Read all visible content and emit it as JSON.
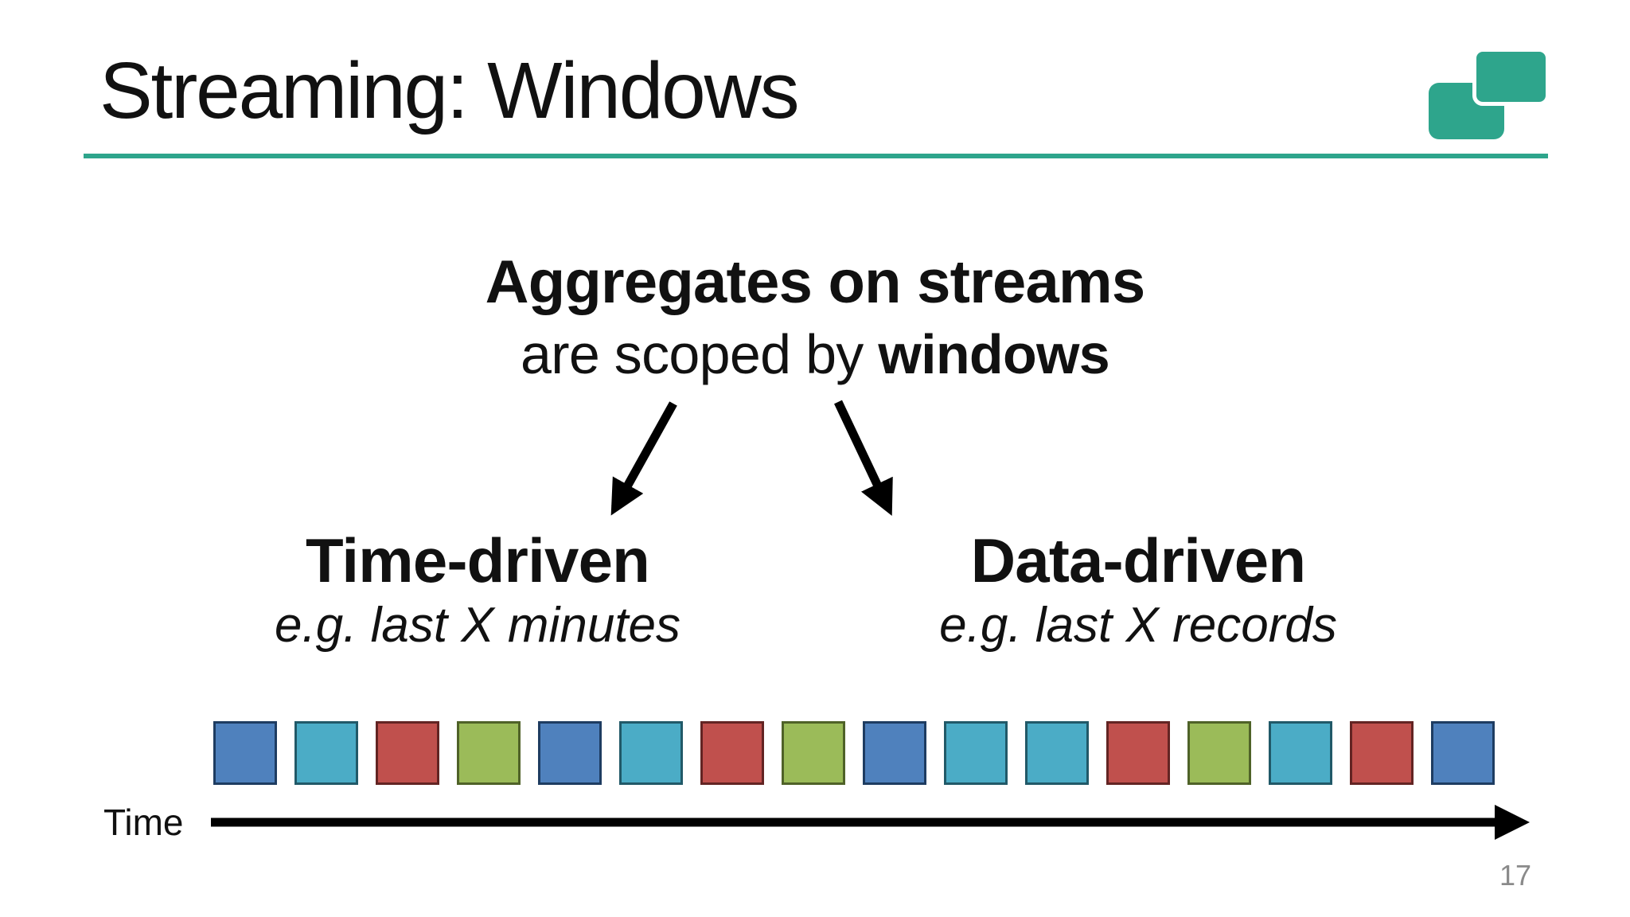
{
  "slide": {
    "title": "Streaming: Windows",
    "page_number": "17",
    "logo_icon": "overlapping-rounded-squares-icon"
  },
  "colors": {
    "accent_teal": "#2EA58C",
    "text_black": "#111111",
    "arrow_black": "#000000",
    "page_number_gray": "#8A8A8A"
  },
  "headline": {
    "line1": "Aggregates on streams",
    "line2_prefix": "are scoped by ",
    "line2_bold": "windows"
  },
  "branches": [
    {
      "title": "Time-driven",
      "subtitle": "e.g. last X minutes"
    },
    {
      "title": "Data-driven",
      "subtitle": "e.g. last X records"
    }
  ],
  "diagram_arrows": [
    {
      "from": "headline",
      "to": "Time-driven"
    },
    {
      "from": "headline",
      "to": "Data-driven"
    }
  ],
  "stream": {
    "time_label": "Time",
    "palette": {
      "blue": {
        "fill": "#4F81BD",
        "border": "#1E3C61"
      },
      "teal": {
        "fill": "#4BACC6",
        "border": "#215968"
      },
      "red": {
        "fill": "#C0504D",
        "border": "#632423"
      },
      "green": {
        "fill": "#9BBB59",
        "border": "#4F6228"
      }
    },
    "squares": [
      "blue",
      "teal",
      "red",
      "green",
      "blue",
      "teal",
      "red",
      "green",
      "blue",
      "teal",
      "teal",
      "red",
      "green",
      "teal",
      "red",
      "blue"
    ]
  }
}
